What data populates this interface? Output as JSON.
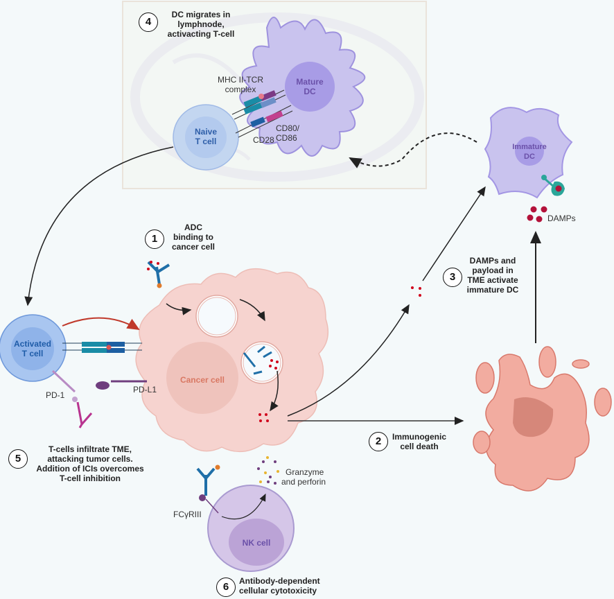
{
  "steps": [
    {
      "number": "1",
      "text": [
        "ADC",
        "binding to",
        "cancer cell"
      ]
    },
    {
      "number": "2",
      "text": [
        "Immunogenic",
        "cell death"
      ]
    },
    {
      "number": "3",
      "text": [
        "DAMPs and",
        "payload in",
        "TME activate",
        "immature DC"
      ]
    },
    {
      "number": "4",
      "text": [
        "DC migrates in",
        "lymphnode,",
        "activacting T-cell"
      ]
    },
    {
      "number": "5",
      "text": [
        "T-cells infiltrate TME,",
        "attacking tumor cells.",
        "Addition of ICIs  overcomes",
        "T-cell inhibition"
      ]
    },
    {
      "number": "6",
      "text": [
        "Antibody-dependent",
        "cellular cytotoxicity"
      ]
    }
  ],
  "cells": {
    "mature_dc": [
      "Mature",
      "DC"
    ],
    "naive_t": [
      "Naive",
      "T cell"
    ],
    "immature_dc": [
      "Immature",
      "DC"
    ],
    "activated_t": [
      "Activated",
      "T cell"
    ],
    "cancer": "Cancer cell",
    "nk": "NK cell"
  },
  "molecules": {
    "mhc_tcr": [
      "MHC II-TCR",
      "complex"
    ],
    "cd80": [
      "CD80/",
      "CD86"
    ],
    "cd28": "CD28",
    "damps": "DAMPs",
    "pd1": "PD-1",
    "pdl1": "PD-L1",
    "fcgr": "FCγRIII",
    "granzyme": [
      "Granzyme",
      "and perforin"
    ]
  },
  "colors": {
    "background": "#F4F9FA",
    "panel": "#F3F7F4",
    "dc_purple": "#C9C3EE",
    "dc_nucleus": "#A89CE6",
    "t_cell_blue": "#AFC9EE",
    "cancer_pink": "#F6D3CF",
    "dying_cell": "#F2ACA0",
    "nk_purple": "#D5C6E8",
    "antibody_blue": "#1F6FA8",
    "payload_red": "#D0021B",
    "damp_red": "#B3123A",
    "arrow_red": "#C0392B"
  }
}
